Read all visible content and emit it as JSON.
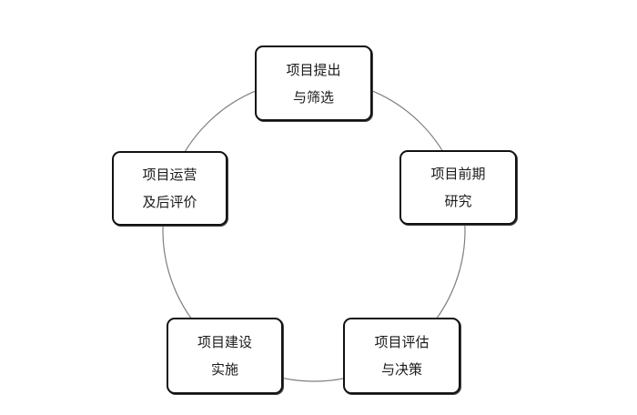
{
  "diagram": {
    "stages": [
      {
        "line1": "项目提出",
        "line2": "与筛选"
      },
      {
        "line1": "项目前期",
        "line2": "研究"
      },
      {
        "line1": "项目评估",
        "line2": "与决策"
      },
      {
        "line1": "项目建设",
        "line2": "实施"
      },
      {
        "line1": "项目运营",
        "line2": "及后评价"
      }
    ],
    "colors": {
      "circle": "#7f7f7f",
      "border": "#111111",
      "text": "#1a1a1a",
      "background": "#ffffff"
    }
  }
}
